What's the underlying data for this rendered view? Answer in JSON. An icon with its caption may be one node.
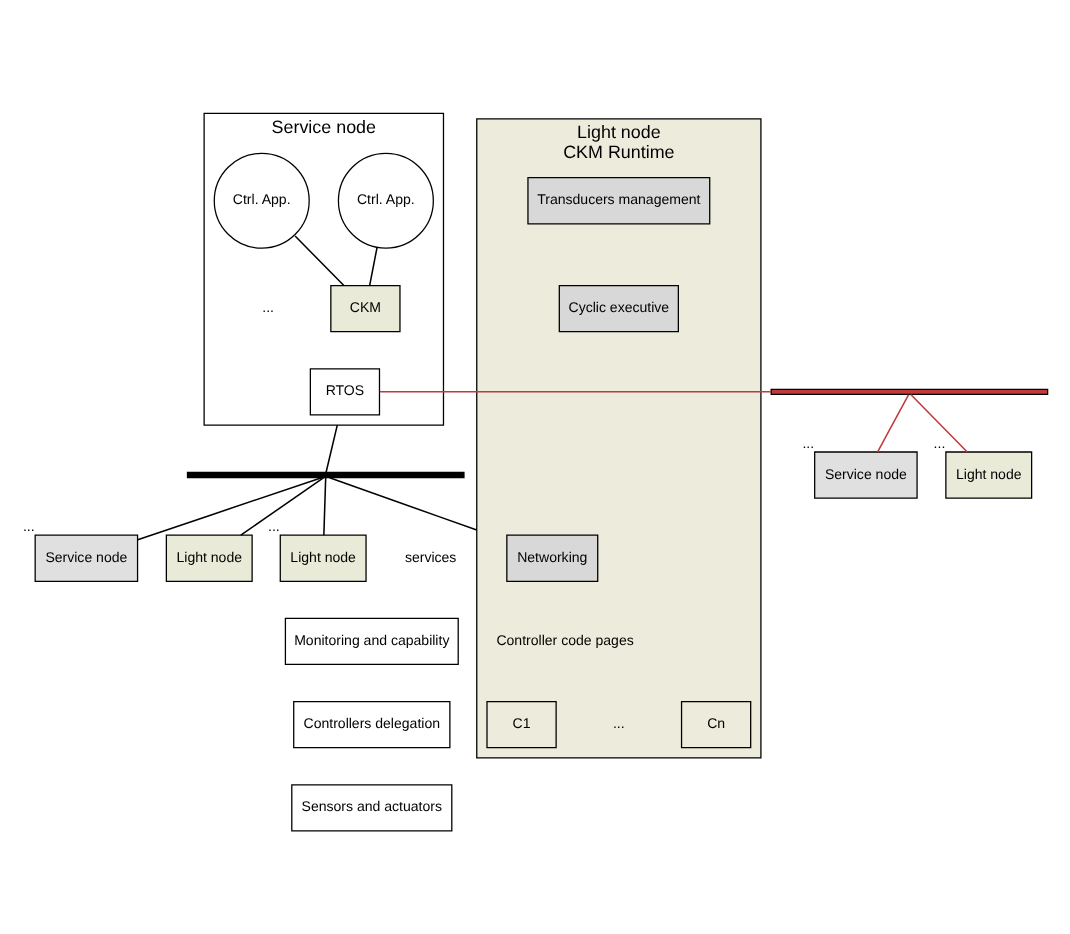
{
  "diagram": {
    "nodes": [
      {
        "text": [
          "Service node"
        ]
      },
      {
        "text": [
          "Ctrl. App."
        ],
        "in": 0
      },
      {
        "text": [
          "Ctrl. App."
        ],
        "in": 0
      },
      {
        "text": [
          "CKM"
        ],
        "in": 0
      },
      {
        "text": [
          "RTOS"
        ],
        "in": 0
      },
      {
        "text": [],
        "shape": "bar"
      },
      {
        "text": [
          "Service node"
        ],
        "beside": [
          "..."
        ]
      },
      {
        "text": [
          "Light node"
        ],
        "beside": [
          "..."
        ]
      },
      {
        "text": [
          "Service node"
        ],
        "beside": [
          "..."
        ]
      },
      {
        "text": [],
        "shape": "bar"
      },
      {
        "text": [
          "Light node",
          "CKM Runtime"
        ]
      },
      {
        "text": [
          "Monitoring and capability"
        ]
      },
      {
        "text": [
          "Controllers delegation"
        ]
      },
      {
        "text": [
          "Sensors and actuators"
        ]
      },
      {
        "text": [
          "Networking"
        ],
        "in": 10
      },
      {
        "text": [
          "Transducers management"
        ],
        "in": 10
      },
      {
        "text": [
          "C1"
        ],
        "in": 10
      },
      {
        "text": [
          "Cn"
        ],
        "in": 10
      },
      {
        "text": [
          "Cyclic executive"
        ],
        "in": 10
      },
      {
        "text": [
          "Light node"
        ]
      },
      {
        "text": [
          "Light node"
        ],
        "beside": [
          "..."
        ]
      }
    ],
    "edges": [
      {
        "from": 1,
        "to": 3,
        "arrow": "none"
      },
      {
        "from": 2,
        "to": 3,
        "arrow": "none"
      },
      {
        "from": 4,
        "to": 5,
        "arrow": "none",
        "color": "#c0393b"
      },
      {
        "from": 5,
        "to": 6,
        "arrow": "none",
        "color": "#c0393b"
      },
      {
        "from": 5,
        "to": 7,
        "arrow": "none",
        "color": "#c0393b"
      },
      {
        "from": 0,
        "to": 9,
        "arrow": "none"
      },
      {
        "from": 9,
        "to": 8,
        "arrow": "none"
      },
      {
        "from": 9,
        "to": 10,
        "arrow": "none"
      },
      {
        "from": 9,
        "to": 19,
        "arrow": "none"
      },
      {
        "from": 9,
        "to": 20,
        "arrow": "none"
      }
    ],
    "labels": [
      "...",
      "services",
      "Controller code pages",
      "..."
    ]
  }
}
